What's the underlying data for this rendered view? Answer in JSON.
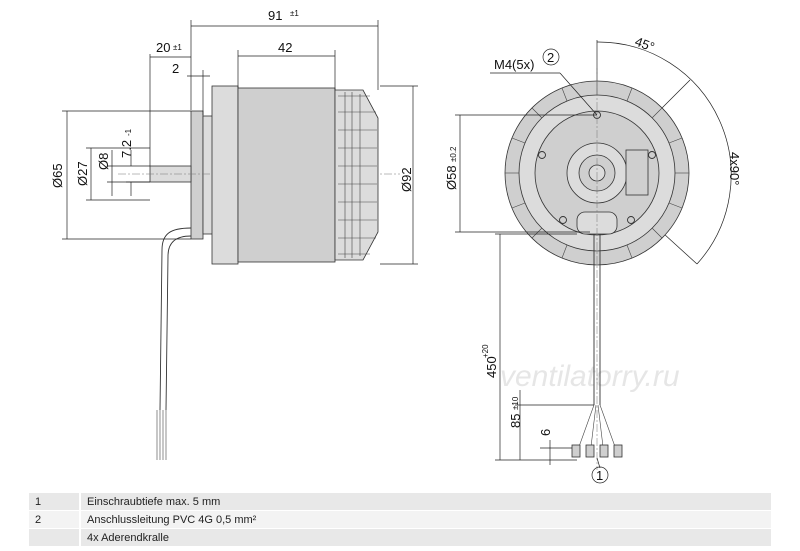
{
  "watermark": "ventilatorry.ru",
  "side_view": {
    "dim_91": "91",
    "dim_91_tol": "±1",
    "dim_20": "20",
    "dim_20_tol": "±1",
    "dim_2": "2",
    "dim_42": "42",
    "dim_7_2": "7.2",
    "dim_7_2_tol": "-1",
    "dim_d65": "Ø65",
    "dim_d27": "Ø27",
    "dim_d8": "Ø8",
    "dim_d92": "Ø92"
  },
  "front_view": {
    "dim_m4": "M4(5x)",
    "callout_2": "2",
    "angle_45": "45°",
    "angle_4x90": "4x90°",
    "dim_d58": "Ø58",
    "dim_d58_tol": "±0.2",
    "dim_450": "450",
    "dim_450_tol": "+20",
    "dim_85": "85",
    "dim_85_tol": "±10",
    "dim_6": "6",
    "callout_1": "1"
  },
  "legend": [
    {
      "num": "1",
      "text": "Einschraubtiefe max. 5 mm"
    },
    {
      "num": "2",
      "text": "Anschlussleitung PVC 4G 0,5 mm²"
    },
    {
      "num": "",
      "text": "4x Aderendkralle"
    }
  ]
}
